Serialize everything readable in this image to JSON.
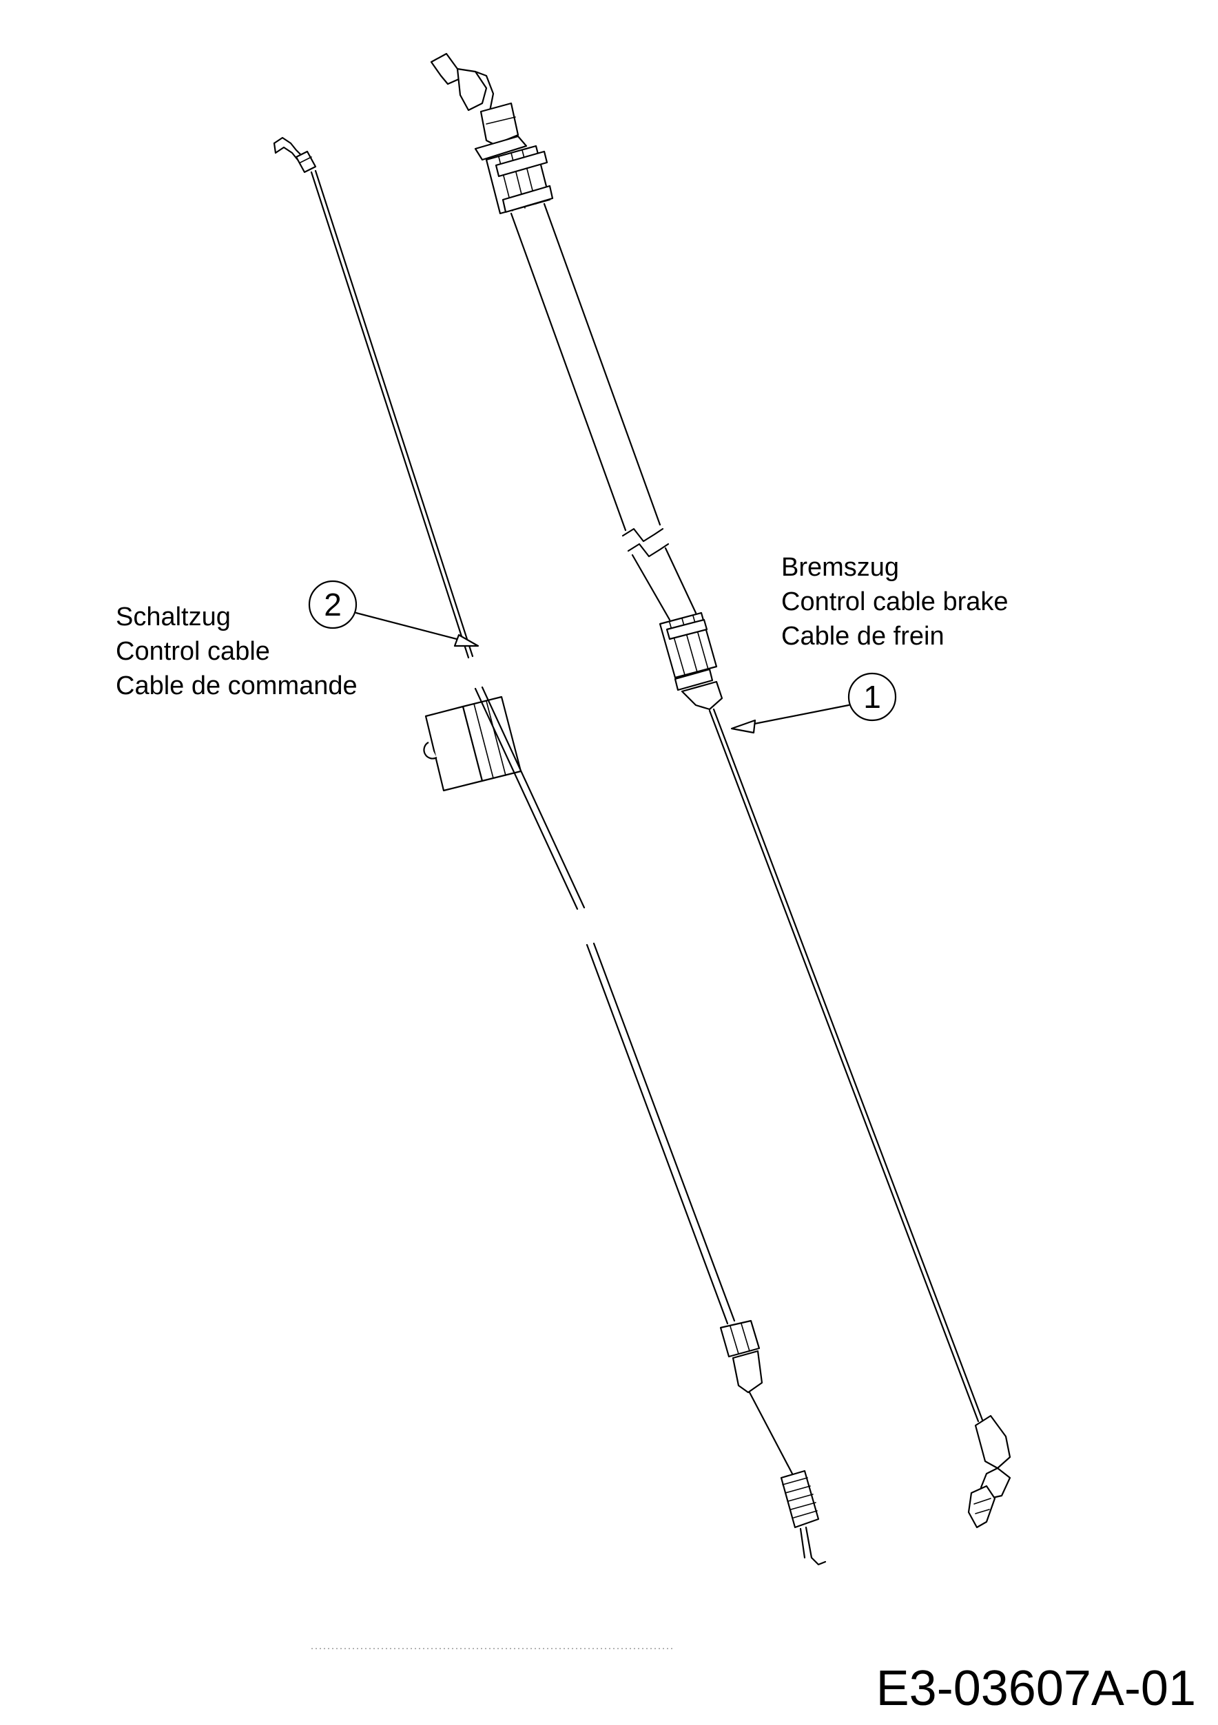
{
  "items": [
    {
      "number": "2",
      "labels": [
        "Schaltzug",
        "Control cable",
        "Cable de commande"
      ]
    },
    {
      "number": "1",
      "labels": [
        "Bremszug",
        "Control cable brake",
        "Cable de frein"
      ]
    }
  ],
  "drawing_id": "E3-03607A-01"
}
